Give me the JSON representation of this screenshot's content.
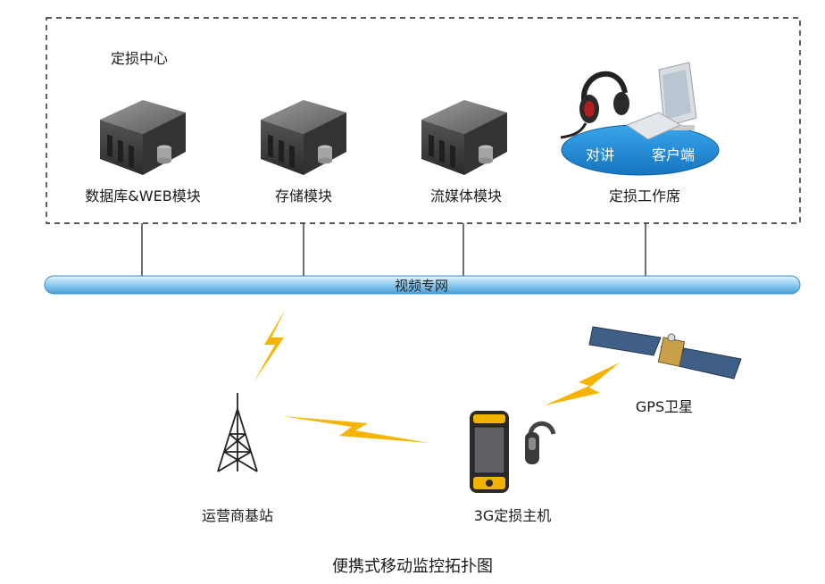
{
  "center": {
    "title": "定损中心",
    "modules": [
      {
        "label": "数据库&WEB模块",
        "icon": "server-icon"
      },
      {
        "label": "存储模块",
        "icon": "server-icon"
      },
      {
        "label": "流媒体模块",
        "icon": "server-icon"
      },
      {
        "label": "定损工作席",
        "icon": "workstation-icon"
      }
    ],
    "workstation": {
      "left_tag": "对讲",
      "right_tag": "客户端"
    }
  },
  "network": {
    "label": "视频专网",
    "color": "#8ecbf0"
  },
  "field": {
    "base_station": "运营商基站",
    "host": "3G定损主机",
    "satellite": "GPS卫星"
  },
  "caption": "便携式移动监控拓扑图",
  "colors": {
    "lightning": "#f6b400",
    "bubble": "#1b8bd6",
    "server": "#3f3f3f"
  }
}
